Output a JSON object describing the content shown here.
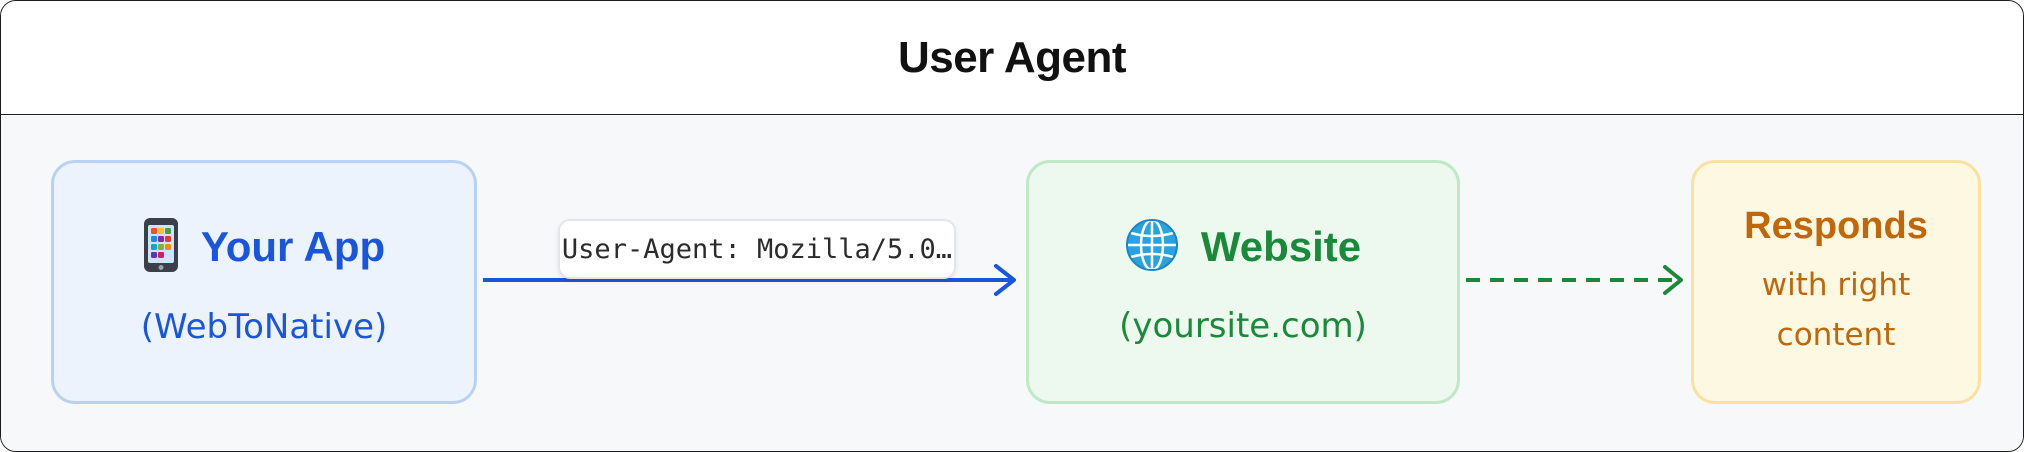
{
  "header": {
    "title": "User Agent"
  },
  "nodes": {
    "app": {
      "icon": "mobile-phone-icon",
      "title": "Your App",
      "subtitle": "(WebToNative)",
      "color": "#1a56db",
      "fill": "#edf3fd",
      "border": "#b9d2f3"
    },
    "website": {
      "icon": "globe-icon",
      "title": "Website",
      "subtitle": "(yoursite.com)",
      "color": "#1a8a3a",
      "fill": "#edf9ee",
      "border": "#bfe8c5"
    },
    "response": {
      "title": "Responds",
      "subtitle": "with right content",
      "color": "#c0670a",
      "fill": "#fdf8e2",
      "border": "#f8e2a0"
    }
  },
  "edges": {
    "request": {
      "label": "User-Agent: Mozilla/5.0…",
      "style": "solid",
      "color": "#1a56db"
    },
    "response": {
      "style": "dashed",
      "color": "#1a8a3a"
    }
  }
}
